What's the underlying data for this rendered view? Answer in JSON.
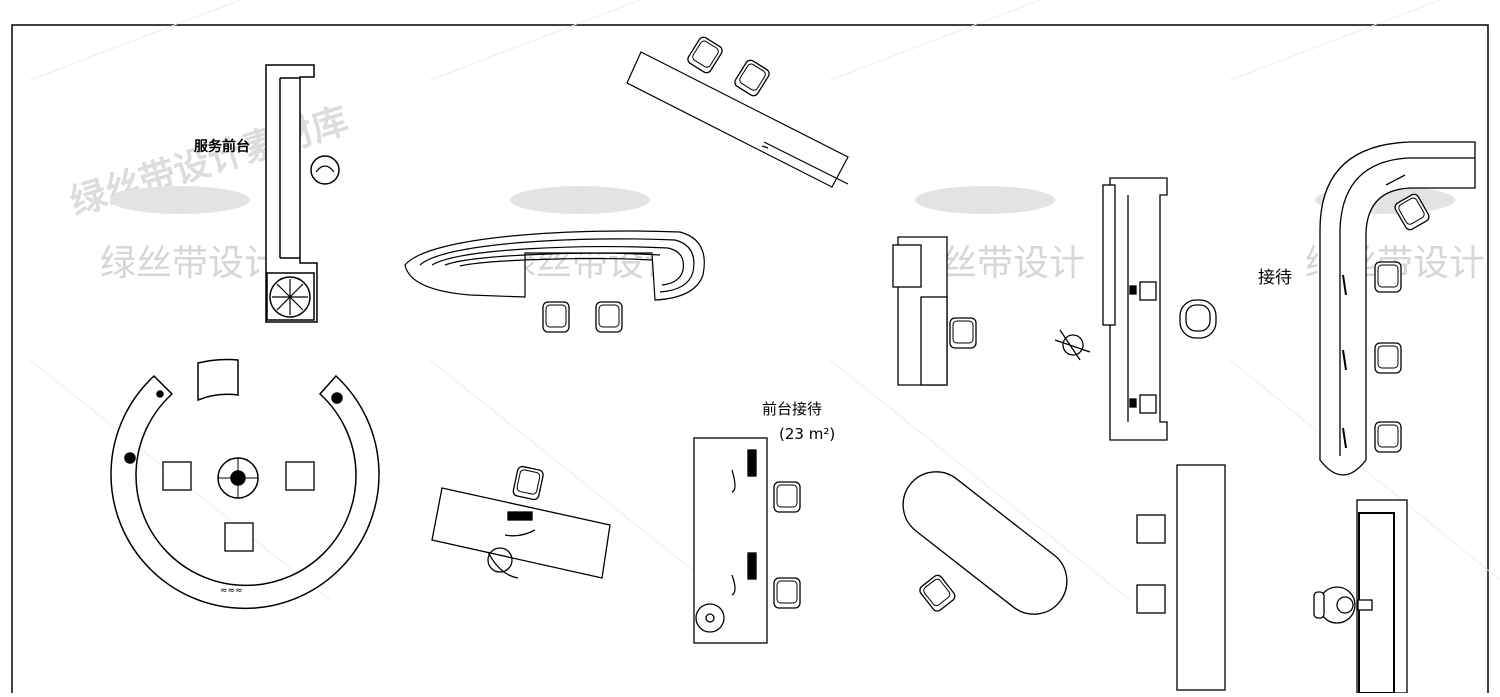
{
  "labels": {
    "service_counter": "服务前台",
    "reception": "接待",
    "front_desk_line1": "前台接待",
    "front_desk_line2": "(23 m²)"
  },
  "watermark": {
    "brand": "绿丝带设计",
    "brand_library": "绿丝带设计素材库"
  },
  "colors": {
    "line": "#000000",
    "paper": "#ffffff",
    "watermark": "#d6d6d6"
  }
}
